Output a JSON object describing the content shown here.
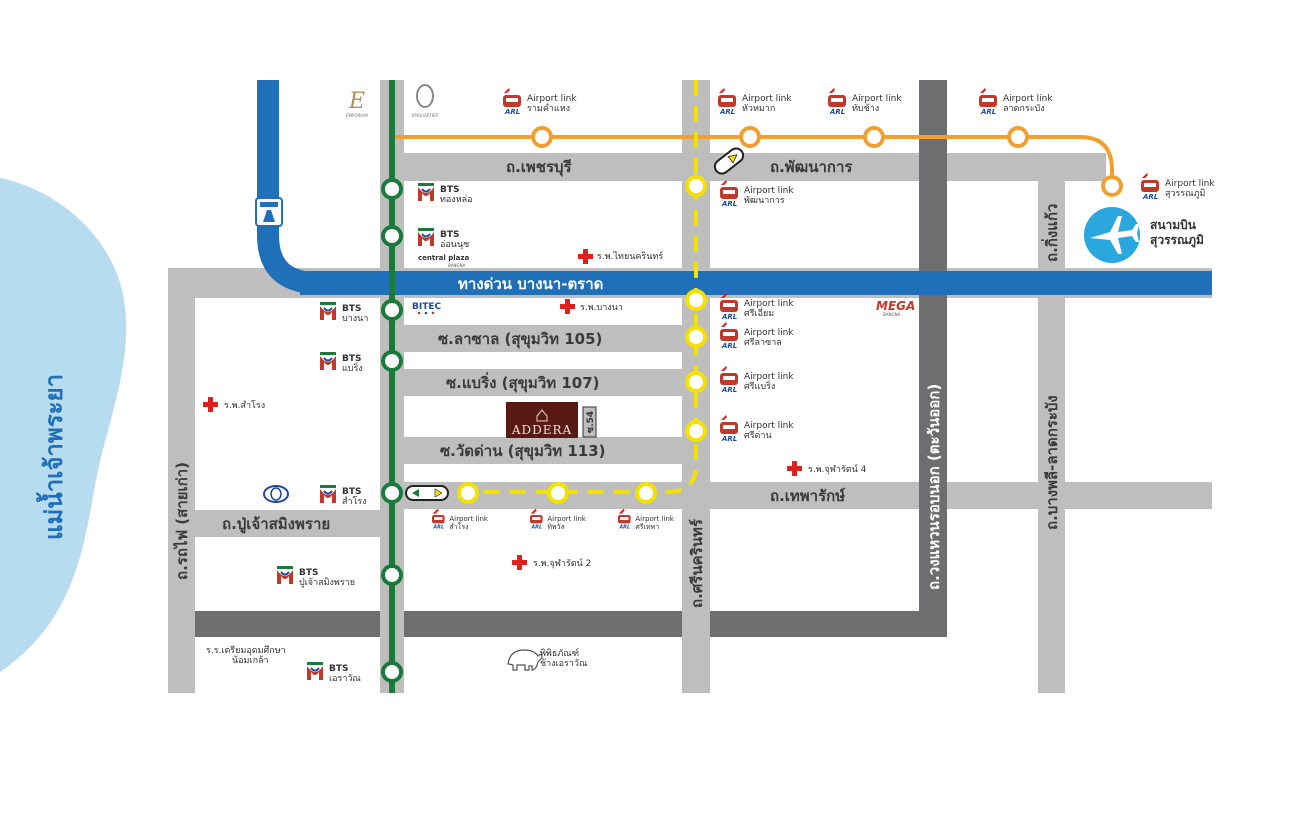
{
  "river": {
    "name": "แม่น้ำเจ้าพระยา"
  },
  "expressway": {
    "name": "ทางด่วน บางนา-ตราด"
  },
  "roads": {
    "petchaburi": "ถ.เพชรบุรี",
    "phatthanakan": "ถ.พัฒนาการ",
    "lasalle": "ซ.ลาซาล (สุขุมวิท 105)",
    "bearing": "ซ.แบริ่ง (สุขุมวิท 107)",
    "watdan": "ซ.วัดด่าน (สุขุมวิท 113)",
    "theparak": "ถ.เทพารักษ์",
    "pujao": "ถ.ปู่เจ้าสมิงพราย",
    "rotfai": "ถ.รถไฟ (สายเก่า)",
    "srinakarin": "ถ.ศรีนครินทร์",
    "kingkaeo": "ถ.กิ่งแก้ว",
    "ringroad": "ถ.วงแหวนรอบนอก (ตะวันออก)",
    "bangphli": "ถ.บางพลี-ลาดกระบัง"
  },
  "bts": {
    "label": "BTS",
    "stations": [
      "ทองหล่อ",
      "อ่อนนุช",
      "บางนา",
      "แบริ่ง",
      "สำโรง",
      "ปู่เจ้าสมิงพราย",
      "เอราวัณ"
    ]
  },
  "airport_link": {
    "label": "Airport link",
    "stations_top": [
      "รามคำแหง",
      "หัวหมาก",
      "ทับช้าง",
      "ลาดกระบัง",
      "สุวรรณภูมิ"
    ],
    "stations_yellow": [
      "พัฒนาการ",
      "ศรีเอี่ยม",
      "ศรีลาซาล",
      "ศรีแบริ่ง",
      "ศรีด่าน"
    ],
    "stations_bottom": [
      "สำโรง",
      "ทิพวัล",
      "ศรีเทพา"
    ],
    "arl_text": "ARL"
  },
  "airport": {
    "line1": "สนามบิน",
    "line2": "สุวรรณภูมิ"
  },
  "hospitals": [
    "ร.พ.ไทยนครินทร์",
    "ร.พ.บางนา",
    "ร.พ.สำโรง",
    "ร.พ.จุฬารัตน์ 4",
    "ร.พ.จุฬารัตน์ 2"
  ],
  "landmarks": {
    "central": "central plaza",
    "central_sub": "BANGNA",
    "bitec": "BITEC",
    "mega": "MEGA",
    "mega_sub": "BANGNA",
    "museum_line1": "พิพิธภัณฑ์",
    "museum_line2": "ช้างเอราวัณ",
    "school_line1": "ร.ร.เตรียมอุดมศึกษา",
    "school_line2": "น้อมเกล้า",
    "emporium": "EMPORIUM",
    "emquartier": "EMQUARTIER"
  },
  "project": {
    "name": "ADDERA",
    "soi": "ซ.54"
  },
  "colors": {
    "road": "#bebebe",
    "road_dark": "#6e6e70",
    "expressway": "#1f70b8",
    "bts": "#1a7a3a",
    "airport_link": "#f0a030",
    "yellow_line": "#f5e100",
    "river": "#b8dcef",
    "hospital": "#e0201e"
  }
}
